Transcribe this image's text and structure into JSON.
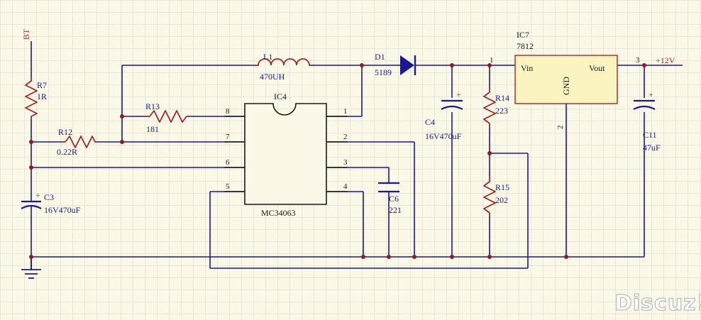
{
  "colors": {
    "background": "#fbf8e7",
    "grid": "#d4d4cc",
    "wire": "#1a1a8c",
    "component": "#9a2a2a",
    "junction": "#8a1e1e",
    "ic_body_fill": "#fbf3c0",
    "net_label": "#b03030"
  },
  "net_labels": {
    "battery": "BT",
    "output": "+12V"
  },
  "components": {
    "r7": {
      "ref": "R7",
      "value": "1R"
    },
    "r12": {
      "ref": "R12",
      "value": "0.22R"
    },
    "r13": {
      "ref": "R13",
      "value": "181"
    },
    "r14": {
      "ref": "R14",
      "value": "223"
    },
    "r15": {
      "ref": "R15",
      "value": "202"
    },
    "l1": {
      "ref": "L1",
      "value": "470UH"
    },
    "d1": {
      "ref": "D1",
      "value": "5189"
    },
    "c3": {
      "ref": "C3",
      "value": "16V470uF"
    },
    "c4": {
      "ref": "C4",
      "value": "16V470uF"
    },
    "c6": {
      "ref": "C6",
      "value": "221"
    },
    "c11": {
      "ref": "C11",
      "value": "47uF"
    },
    "ic4": {
      "ref": "IC4",
      "part": "MC34063",
      "pins": {
        "p1": "1",
        "p2": "2",
        "p3": "3",
        "p4": "4",
        "p5": "5",
        "p6": "6",
        "p7": "7",
        "p8": "8"
      }
    },
    "ic7": {
      "ref": "IC7",
      "part": "7812",
      "vin": "Vin",
      "vout": "Vout",
      "gnd": "GND",
      "pins": {
        "p1": "1",
        "p2": "2",
        "p3": "3"
      }
    }
  },
  "watermark": "Discuz!"
}
